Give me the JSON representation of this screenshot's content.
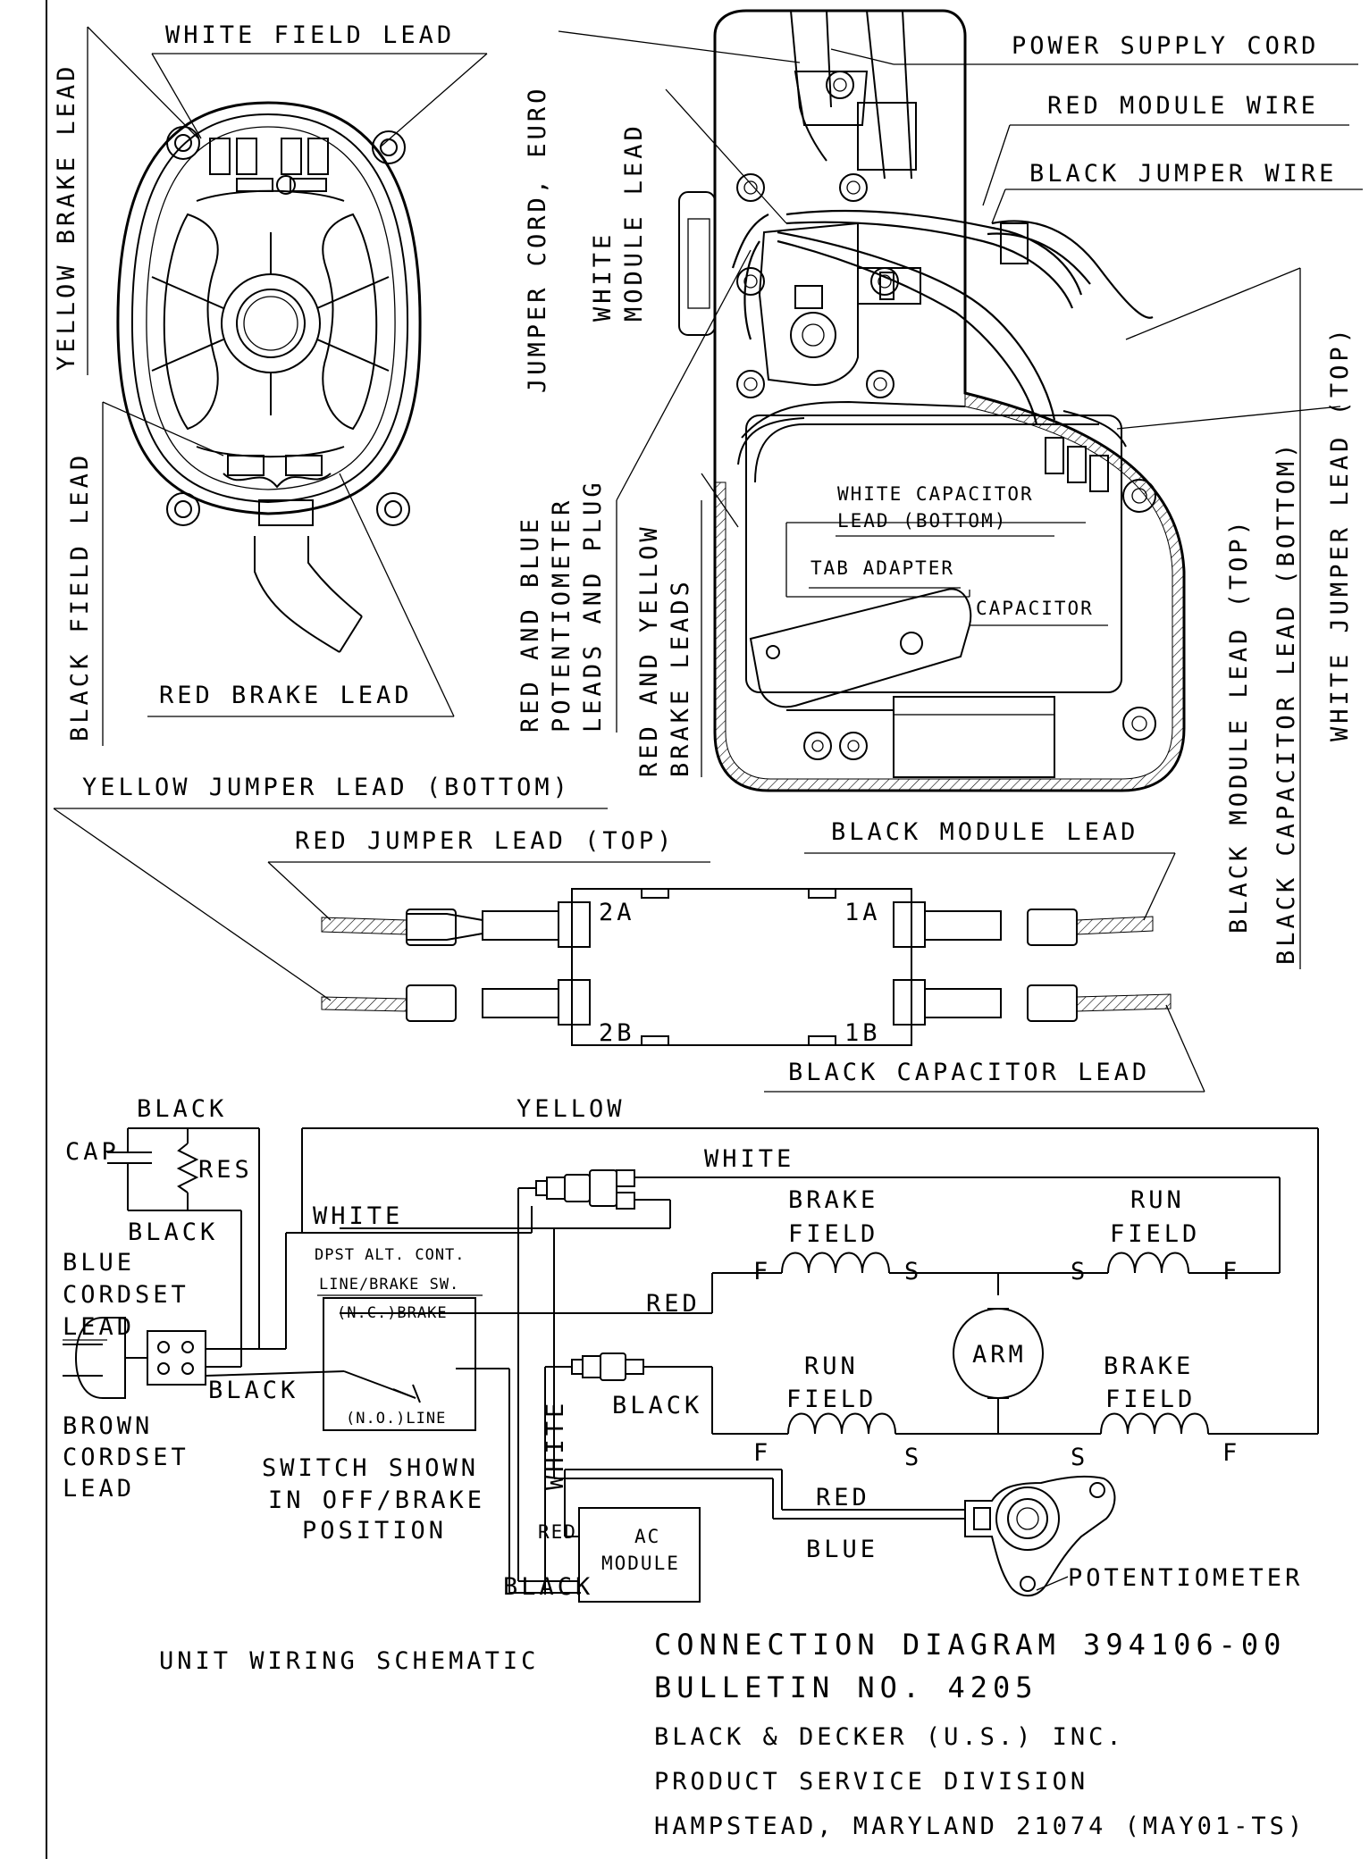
{
  "motor_view": {
    "white_field_lead": "WHITE FIELD LEAD",
    "yellow_brake_lead": "YELLOW BRAKE LEAD",
    "black_field_lead": "BLACK FIELD LEAD",
    "red_brake_lead": "RED BRAKE LEAD"
  },
  "handle_view": {
    "power_supply_cord": "POWER SUPPLY CORD",
    "red_module_wire": "RED MODULE WIRE",
    "black_jumper_wire": "BLACK JUMPER WIRE",
    "jumper_cord_euro": "JUMPER CORD, EURO",
    "white_module_lead_1": "WHITE",
    "white_module_lead_2": "MODULE LEAD",
    "pot_leads_1": "RED AND BLUE",
    "pot_leads_2": "POTENTIOMETER",
    "pot_leads_3": "LEADS AND PLUG",
    "brake_leads_1": "RED AND YELLOW",
    "brake_leads_2": "BRAKE LEADS",
    "white_cap_lead_1": "WHITE CAPACITOR",
    "white_cap_lead_2": "LEAD (BOTTOM)",
    "tab_adapter": "TAB ADAPTER",
    "capacitor": "CAPACITOR",
    "black_module_lead_top": "BLACK MODULE LEAD (TOP)",
    "black_capacitor_lead_bottom": "BLACK CAPACITOR LEAD (BOTTOM)",
    "white_jumper_lead_top": "WHITE JUMPER LEAD (TOP)"
  },
  "terminal_block": {
    "yellow_jumper_lead_bottom": "YELLOW JUMPER LEAD (BOTTOM)",
    "red_jumper_lead_top": "RED JUMPER LEAD (TOP)",
    "black_module_lead": "BLACK MODULE LEAD",
    "black_capacitor_lead": "BLACK CAPACITOR LEAD",
    "t2a": "2A",
    "t1a": "1A",
    "t2b": "2B",
    "t1b": "1B"
  },
  "schematic": {
    "black_top": "BLACK",
    "yellow": "YELLOW",
    "cap": "CAP",
    "res": "RES",
    "black_mid": "BLACK",
    "white_top": "WHITE",
    "white_left": "WHITE",
    "blue_1": "BLUE",
    "blue_2": "CORDSET",
    "blue_3": "LEAD",
    "dpst_1": "DPST ALT. CONT.",
    "dpst_2": "LINE/BRAKE SW.",
    "nc_brake": "(N.C.)BRAKE",
    "no_line": "(N.O.)LINE",
    "black_plug": "BLACK",
    "brown_1": "BROWN",
    "brown_2": "CORDSET",
    "brown_3": "LEAD",
    "switch_1": "SWITCH SHOWN",
    "switch_2": "IN OFF/BRAKE",
    "switch_3": "POSITION",
    "brake_field_1a": "BRAKE",
    "brake_field_1b": "FIELD",
    "run_field_1a": "RUN",
    "run_field_1b": "FIELD",
    "run_field_2a": "RUN",
    "run_field_2b": "FIELD",
    "brake_field_2a": "BRAKE",
    "brake_field_2b": "FIELD",
    "f": "F",
    "s": "S",
    "red_top": "RED",
    "arm": "ARM",
    "black_right": "BLACK",
    "white_vertical": "WHITE",
    "red_module": "RED",
    "red_pot": "RED",
    "blue_pot": "BLUE",
    "ac_module_1": "AC",
    "ac_module_2": "MODULE",
    "black_bottom": "BLACK",
    "potentiometer": "POTENTIOMETER",
    "unit_wiring": "UNIT WIRING SCHEMATIC"
  },
  "title_block": {
    "line1": "CONNECTION DIAGRAM 394106-00",
    "line2": "BULLETIN NO. 4205",
    "line3": "BLACK & DECKER (U.S.) INC.",
    "line4": "PRODUCT SERVICE DIVISION",
    "line5": "HAMPSTEAD, MARYLAND 21074 (MAY01-TS)"
  }
}
